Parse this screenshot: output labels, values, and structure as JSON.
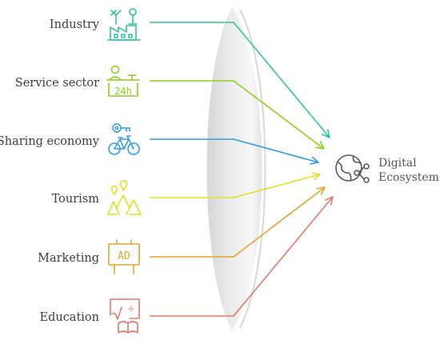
{
  "target": {
    "lines": [
      "Digital",
      "Ecosystems"
    ],
    "icon": "globe-network-icon"
  },
  "sectors": [
    {
      "label": "Industry",
      "icon": "factory-icon",
      "color": "#2fc59a"
    },
    {
      "label": "Service sector",
      "icon": "service-24h-icon",
      "color": "#8ccf1c"
    },
    {
      "label": "Sharing economy",
      "icon": "bicycle-icon",
      "color": "#2f9bf0"
    },
    {
      "label": "Tourism",
      "icon": "tourism-landmark-icon",
      "color": "#dfe21d"
    },
    {
      "label": "Marketing",
      "icon": "billboard-ad-icon",
      "color": "#dfa52c"
    },
    {
      "label": "Education",
      "icon": "education-board-icon",
      "color": "#e6786a"
    }
  ],
  "icon_text": {
    "service_badge": "24h",
    "billboard_text": "AD",
    "board_symbol": "÷"
  }
}
